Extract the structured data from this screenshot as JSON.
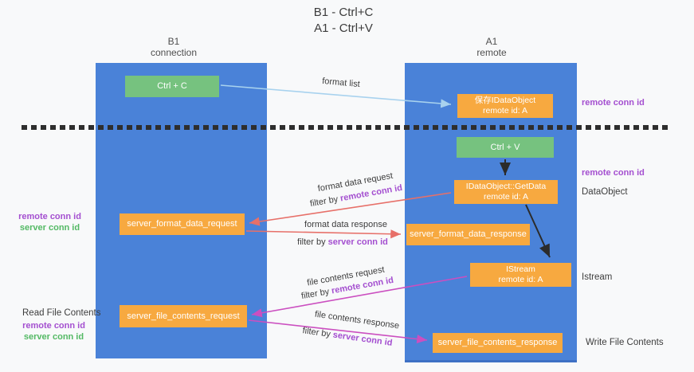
{
  "title": {
    "line1": "B1 - Ctrl+C",
    "line2": "A1 - Ctrl+V"
  },
  "columns": {
    "left": {
      "name": "B1",
      "subtitle": "connection"
    },
    "right": {
      "name": "A1",
      "subtitle": "remote"
    }
  },
  "boxes": {
    "ctrl_c": "Ctrl + C",
    "ctrl_v": "Ctrl + V",
    "save_idataobject": {
      "line1": "保存IDataObject",
      "line2": "remote id: A"
    },
    "getdata": {
      "line1": "IDataObject::GetData",
      "line2": "remote id: A"
    },
    "istream": {
      "line1": "IStream",
      "line2": "remote id: A"
    },
    "server_format_data_request": "server_format_data_request",
    "server_format_data_response": "server_format_data_response",
    "server_file_contents_request": "server_file_contents_request",
    "server_file_contents_response": "server_file_contents_response"
  },
  "arrow_labels": {
    "format_list": "format list",
    "format_data_request": "format data request",
    "format_data_response": "format data response",
    "file_contents_request": "file contents request",
    "file_contents_response": "file contents response",
    "filter_by": "filter by",
    "remote_conn_id": "remote conn id",
    "server_conn_id": "server conn id"
  },
  "side_labels": {
    "remote_conn_id": "remote conn id",
    "server_conn_id": "server conn id",
    "dataobject": "DataObject",
    "istream": "Istream",
    "read_file_contents": "Read File Contents",
    "write_file_contents": "Write File Contents"
  },
  "colors": {
    "lifeline_blue": "#4a82d8",
    "box_orange": "#f7a940",
    "box_green": "#76c27f",
    "arrow_light_blue": "#a8d2ee",
    "arrow_black": "#2b2b2b",
    "arrow_salmon": "#e77069",
    "arrow_magenta": "#cb4fc0",
    "label_purple": "#a44fd0",
    "label_green": "#53b964"
  }
}
